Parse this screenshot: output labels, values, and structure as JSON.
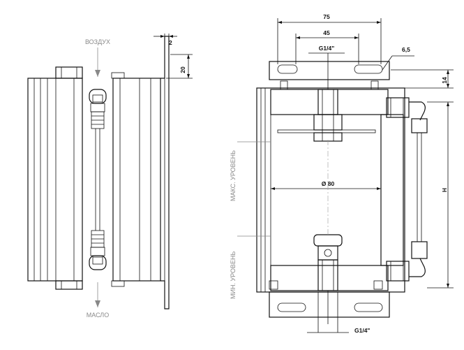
{
  "labels": {
    "air": "ВОЗДУХ",
    "oil": "МАСЛО",
    "max_level": "МАКС. УРОВЕНЬ",
    "min_level": "МИН. УРОВЕНЬ"
  },
  "dimensions": {
    "d2": "2",
    "d20": "20",
    "d75": "75",
    "d45": "45",
    "thread_top": "G1/4\"",
    "d6_5": "6,5",
    "d14": "14",
    "dia80": "Ø 80",
    "height": "H",
    "thread_bottom": "G1/4\""
  },
  "colors": {
    "line": "#111111",
    "label": "#8a8a8a",
    "hatch": "#666666"
  }
}
